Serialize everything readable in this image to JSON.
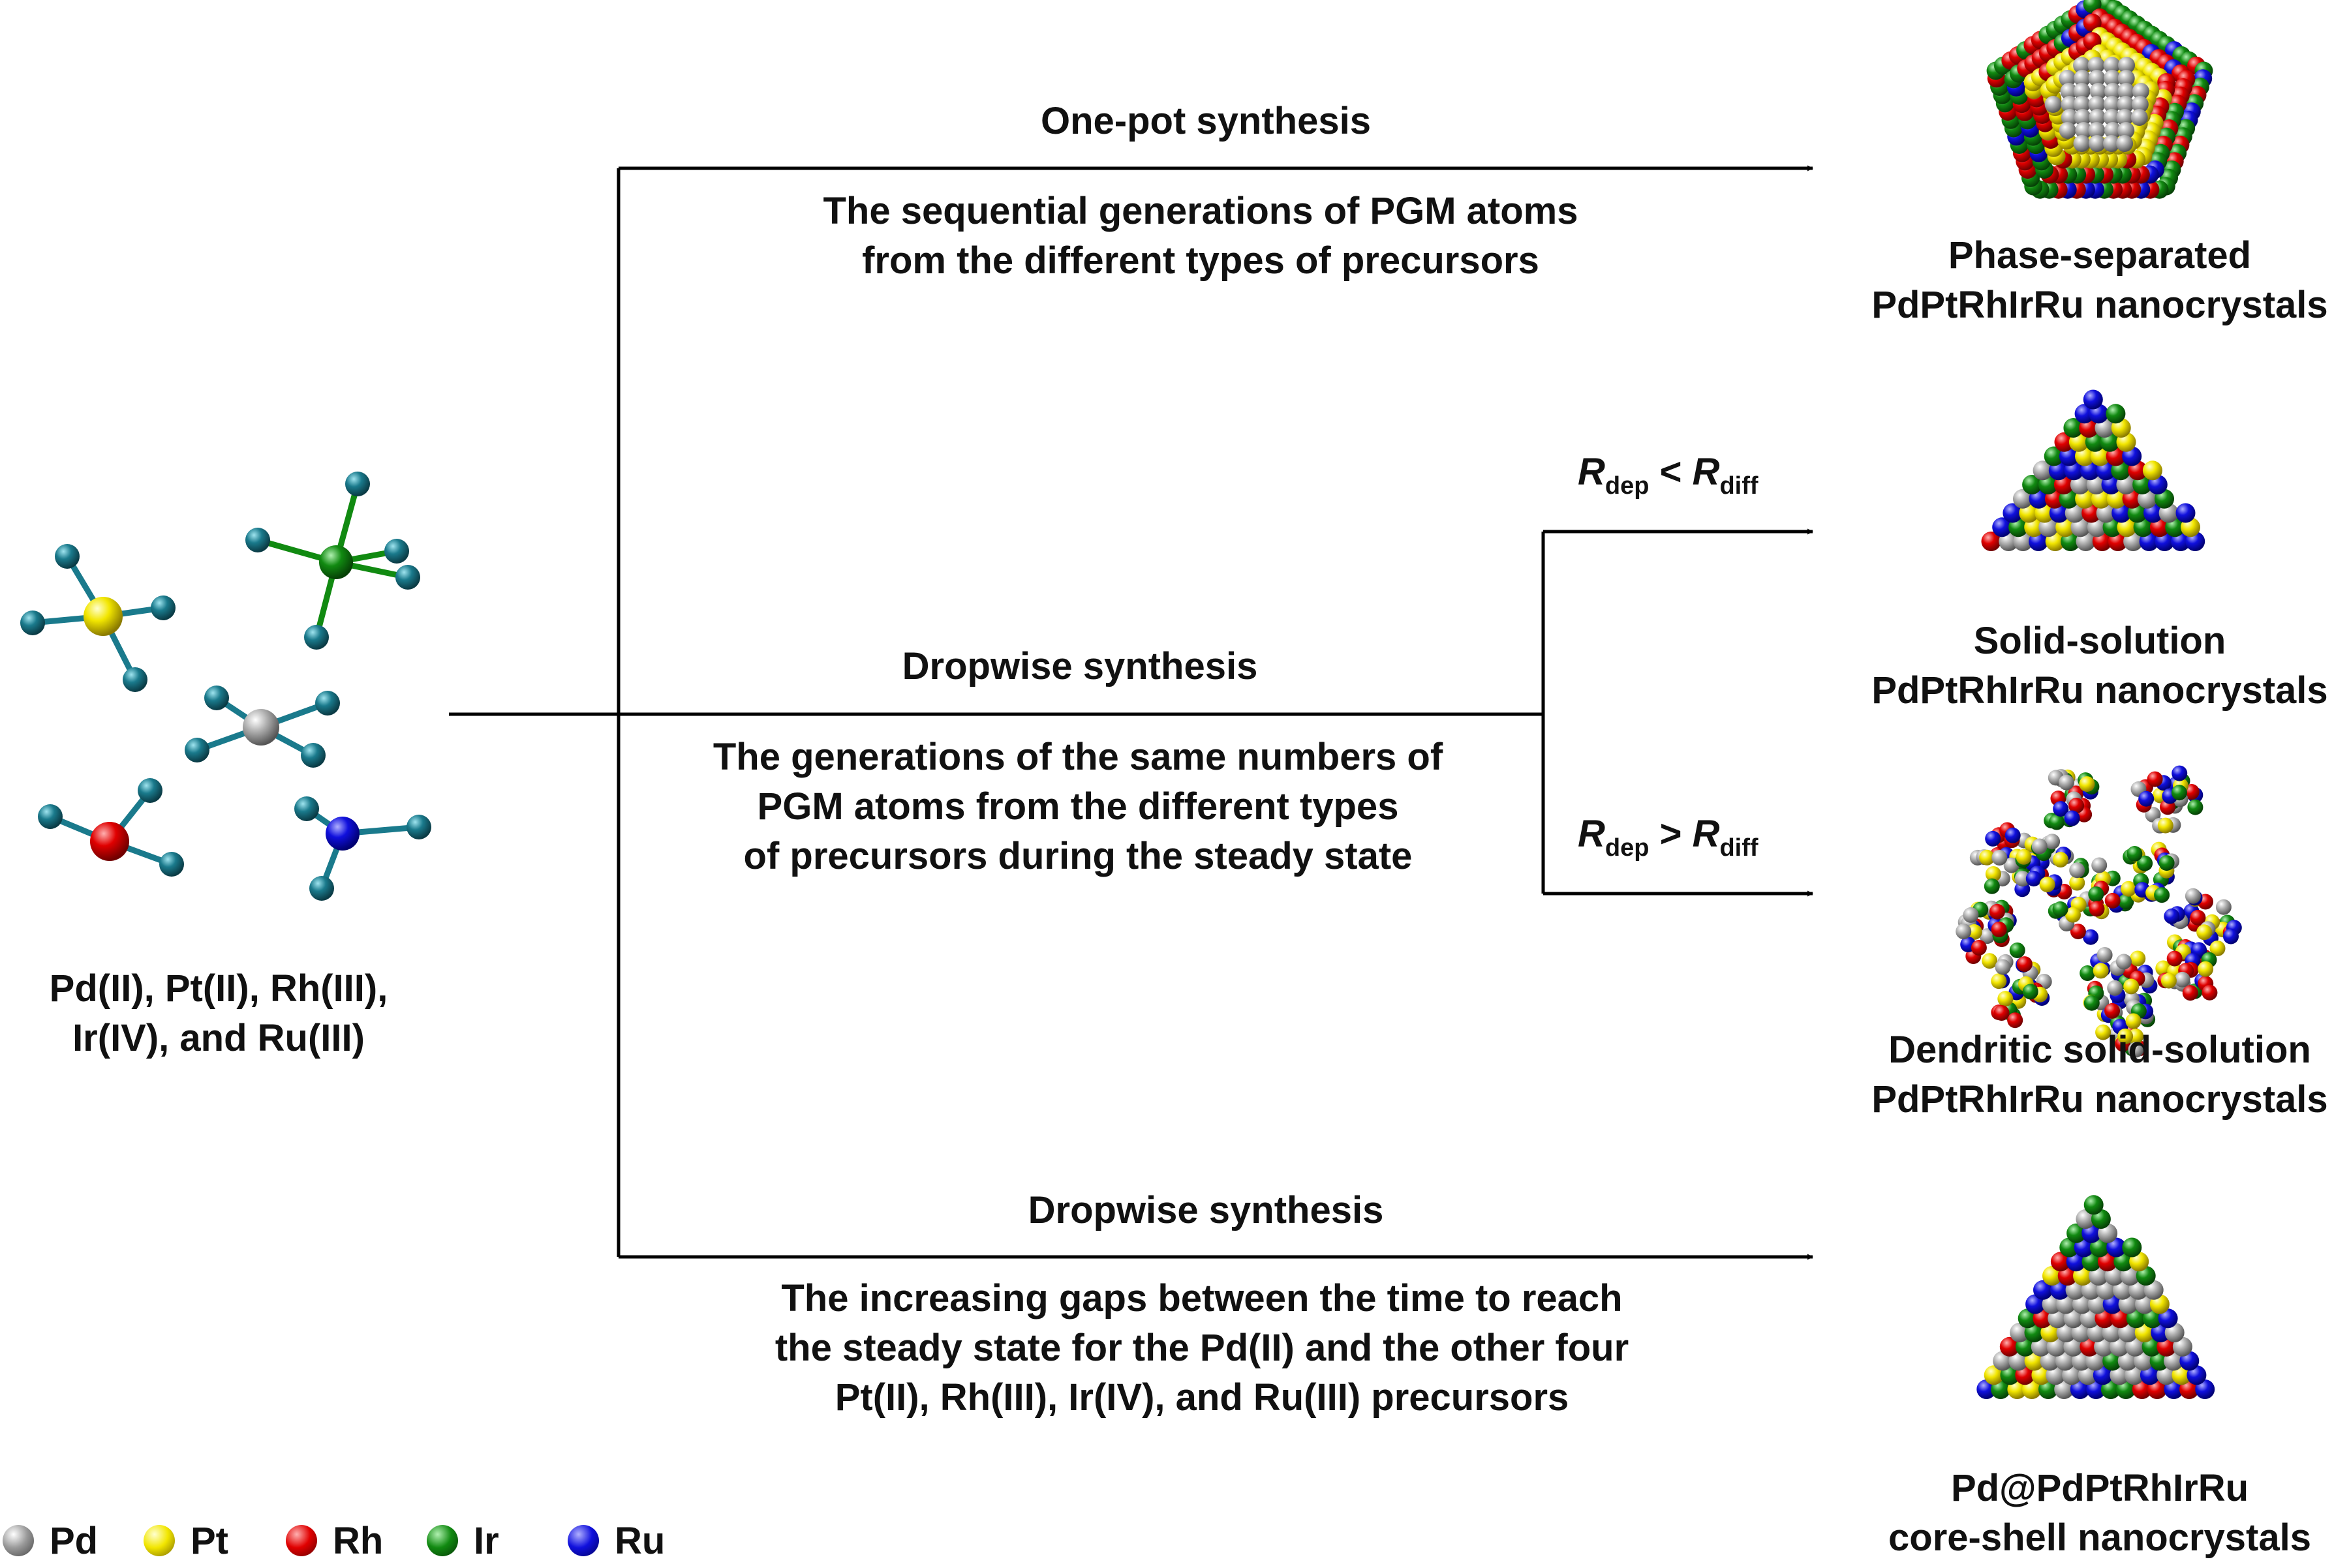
{
  "precursors": {
    "label_line1": "Pd(II), Pt(II), Rh(III),",
    "label_line2": "Ir(IV), and Ru(III)"
  },
  "routes": {
    "one_pot": {
      "title": "One-pot synthesis",
      "desc_line1": "The sequential generations of PGM atoms",
      "desc_line2": "from the different types of precursors"
    },
    "dropwise_middle": {
      "title": "Dropwise synthesis",
      "desc_line1": "The generations of the same numbers of",
      "desc_line2": "PGM atoms from the different types",
      "desc_line3": "of precursors during the steady state"
    },
    "dropwise_bottom": {
      "title": "Dropwise synthesis",
      "desc_line1": "The increasing gaps between the time to reach",
      "desc_line2": "the steady state for the Pd(II) and the other four",
      "desc_line3": "Pt(II), Rh(III), Ir(IV), and Ru(III) precursors"
    }
  },
  "conditions": {
    "lt": {
      "r": "R",
      "sub1": "dep",
      "op": "<",
      "sub2": "diff"
    },
    "gt": {
      "r": "R",
      "sub1": "dep",
      "op": ">",
      "sub2": "diff"
    }
  },
  "products": {
    "phase_separated": {
      "line1": "Phase-separated",
      "line2": "PdPtRhIrRu nanocrystals"
    },
    "solid_solution": {
      "line1": "Solid-solution",
      "line2": "PdPtRhIrRu nanocrystals"
    },
    "dendritic": {
      "line1": "Dendritic solid-solution",
      "line2": "PdPtRhIrRu nanocrystals"
    },
    "core_shell": {
      "line1": "Pd@PdPtRhIrRu",
      "line2": "core-shell nanocrystals"
    }
  },
  "legend": [
    {
      "label": "Pd",
      "color": "#9a9a9a"
    },
    {
      "label": "Pt",
      "color": "#f2e600"
    },
    {
      "label": "Rh",
      "color": "#e00000"
    },
    {
      "label": "Ir",
      "color": "#118a11"
    },
    {
      "label": "Ru",
      "color": "#1010dd"
    }
  ],
  "colors": {
    "ligand": "#1a7a8c",
    "line": "#000000"
  }
}
